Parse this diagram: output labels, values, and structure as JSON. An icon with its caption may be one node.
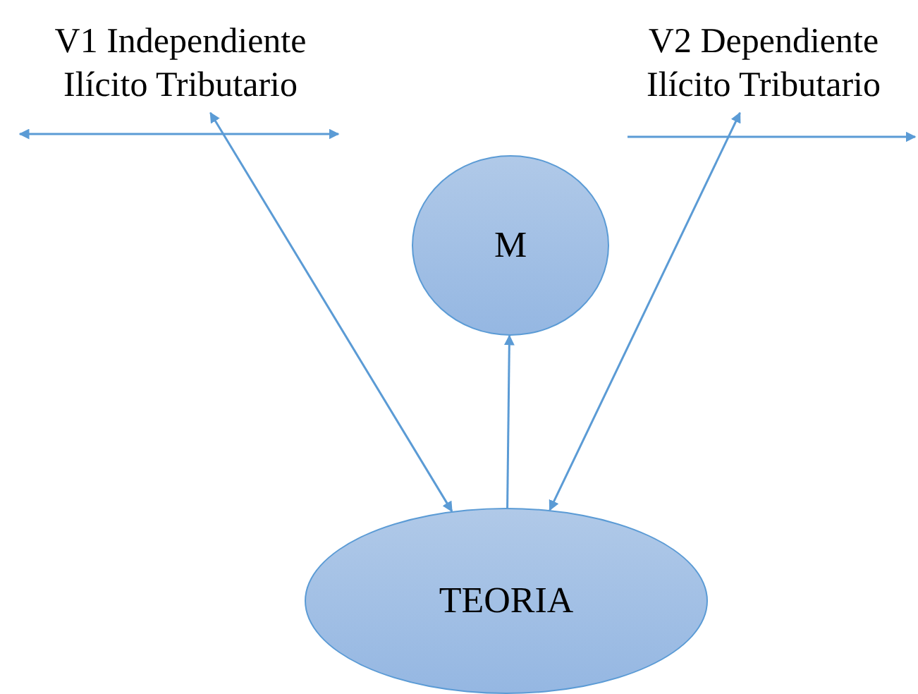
{
  "diagram": {
    "nodes": [
      {
        "text": [
          "V1 Independiente Ilícito Tributario"
        ]
      },
      {
        "text": [
          "V2 Dependiente Ilícito Tributario"
        ]
      },
      {
        "text": [
          "M"
        ]
      },
      {
        "text": [
          "TEORIA"
        ]
      }
    ],
    "edges": [
      {
        "from": 0,
        "to": 3,
        "arrow": "both"
      },
      {
        "from": 3,
        "to": 2,
        "arrow": "to"
      },
      {
        "from": 3,
        "to": 1,
        "arrow": "both"
      }
    ]
  }
}
